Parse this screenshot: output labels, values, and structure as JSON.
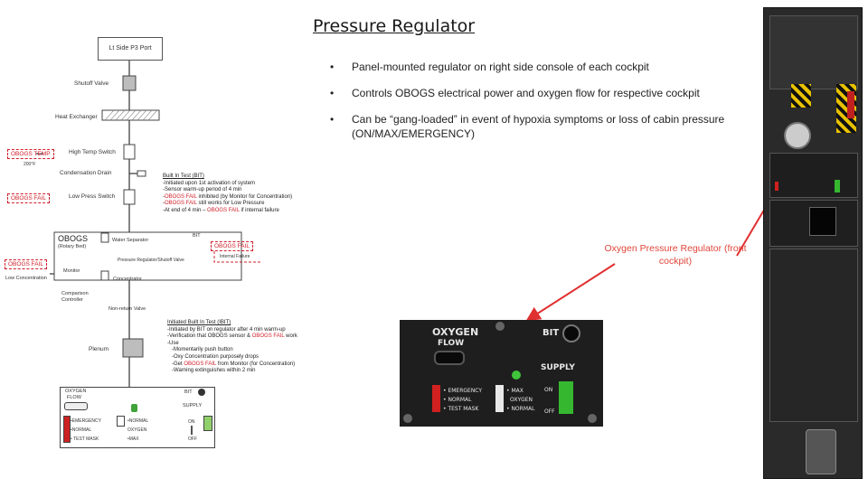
{
  "title": "Pressure Regulator",
  "bullets": [
    "Panel-mounted regulator on right side console of each cockpit",
    "Controls OBOGS electrical power and oxygen flow for respective cockpit",
    "Can be “gang-loaded” in event of hypoxia symptoms or loss of cabin pressure (ON/MAX/EMERGENCY)"
  ],
  "diagram": {
    "port": "Lt Side P3 Port",
    "shutoff_valve": "Shutoff Valve",
    "heat_exchanger": "Heat Exchanger",
    "obogs_temp": "OBOGS TEMP",
    "high_temp_switch": "High Temp Switch",
    "temp_value": "200°F",
    "condensation_drain": "Condensation Drain",
    "obogs_fail_1": "OBOGS FAIL",
    "low_press_switch": "Low Press Switch",
    "obogs": "OBOGS",
    "obogs_sub": "(Rotary Bed)",
    "water_separator": "Water Separator",
    "bit": "BIT",
    "obogs_fail_2": "OBOGS FAIL",
    "internal_failure": "Internal Failure",
    "pressure_regulator_valve": "Pressure Regulator/Shutoff Valve",
    "obogs_fail_3": "OBOGS FAIL",
    "monitor": "Monitor",
    "low_concentration": "Low Concentration",
    "concentrator": "Concentrator",
    "comparison_controller": "Comparison Controller",
    "non_return_valve": "Non-return Valve",
    "plenum": "Plenum"
  },
  "bit_note": {
    "heading": "Built In Test (BIT)",
    "lines": [
      "-Initiated upon 1st activation of system",
      "-Sensor warm-up period of 4 min",
      "-OBOGS FAIL inhibited (by Monitor for Concentration)",
      "-OBOGS FAIL still works for Low Pressure",
      "-At end of 4 min – OBOGS FAIL if internal failure"
    ]
  },
  "ibit_note": {
    "heading": "Initiated Built In Test (IBIT)",
    "lines": [
      "-Initiated by BIT on regulator after 4 min warm-up",
      "-Verification that OBOGS sensor & OBOGS FAIL work",
      "-Use",
      "   -Momentarily push button",
      "   -Oxy Concentration purposely drops",
      "   -Get OBOGS FAIL from Monitor (for Concentration)",
      "   -Warning extinguishes within 2 min"
    ]
  },
  "small_panel": {
    "oxygen": "OXYGEN",
    "flow": "FLOW",
    "bit": "BIT",
    "supply": "SUPPLY",
    "emergency": "•EMERGENCY",
    "normal": "•NORMAL",
    "test_mask": "• TEST MASK",
    "normal2": "•NORMAL",
    "oxygen2": "OXYGEN",
    "max": "•MAX",
    "on": "ON",
    "off": "OFF"
  },
  "callout": "Oxygen Pressure Regulator (front cockpit)",
  "photo_panel": {
    "oxygen": "OXYGEN",
    "flow": "FLOW",
    "bit": "BIT",
    "supply": "SUPPLY",
    "emergency": "• EMERGENCY",
    "normal": "• NORMAL",
    "test_mask": "• TEST MASK",
    "max": "• MAX",
    "oxygen2": "OXYGEN",
    "normal2": "• NORMAL",
    "on": "ON",
    "off": "OFF"
  },
  "colors": {
    "alert_red": "#d0202a",
    "callout_red": "#e0453a",
    "arrow_red": "#e03030",
    "panel_bg": "#1e1e1e",
    "supply_green": "#3fa33a"
  }
}
